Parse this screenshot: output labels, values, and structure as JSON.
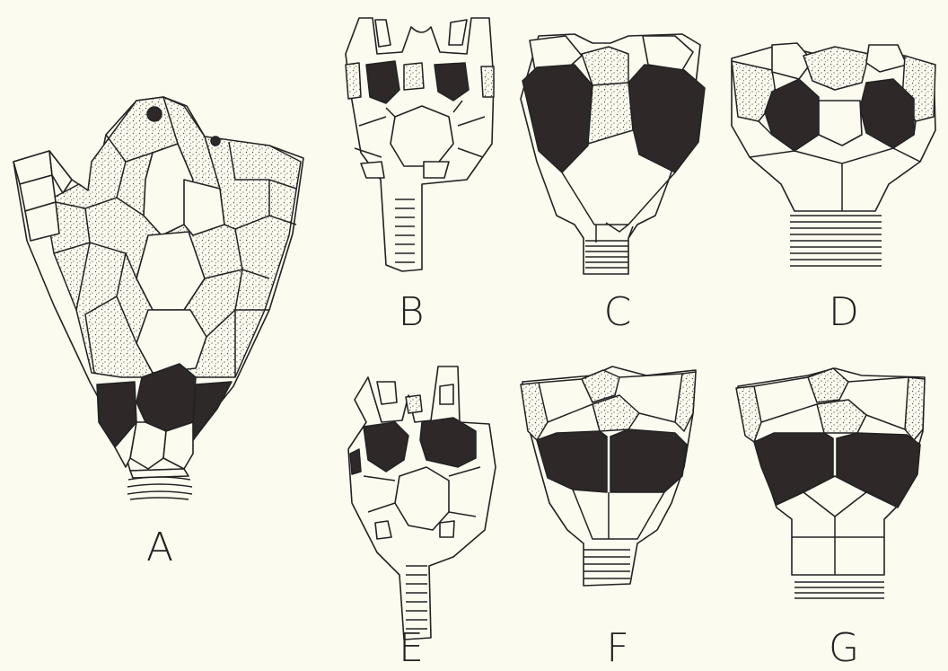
{
  "figure": {
    "panels": [
      {
        "id": "A",
        "label": "A"
      },
      {
        "id": "B",
        "label": "B"
      },
      {
        "id": "C",
        "label": "C"
      },
      {
        "id": "D",
        "label": "D"
      },
      {
        "id": "E",
        "label": "E"
      },
      {
        "id": "F",
        "label": "F"
      },
      {
        "id": "G",
        "label": "G"
      }
    ],
    "colors": {
      "background": "#fcfbf0",
      "ink": "#222222",
      "dark_plates": "#2e2828",
      "stipple": "#555555"
    }
  }
}
